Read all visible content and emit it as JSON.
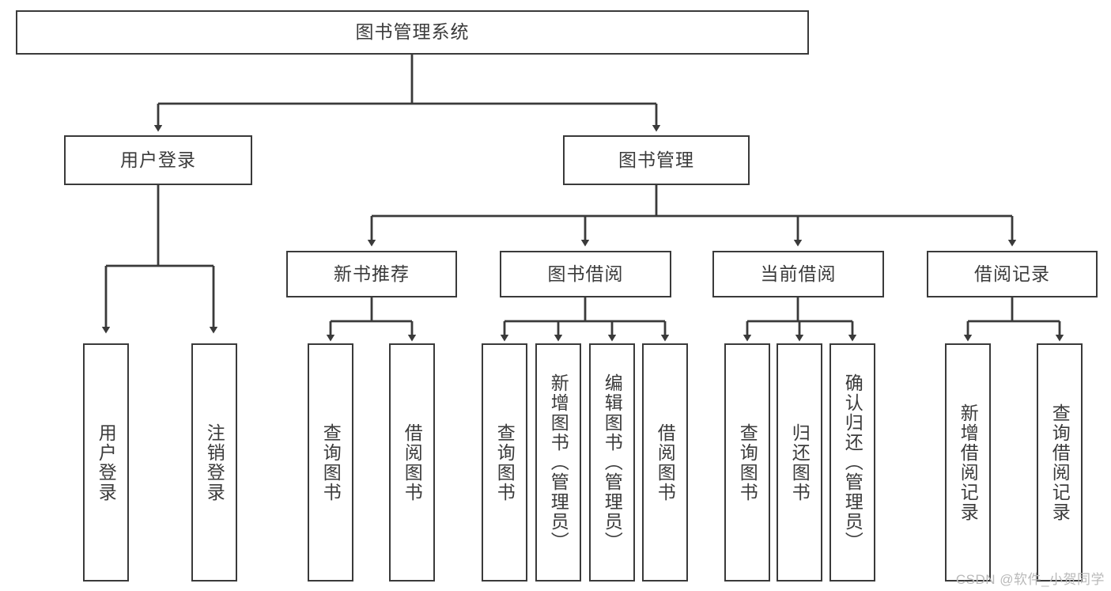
{
  "diagram": {
    "title": "图书管理系统",
    "type": "hierarchy-tree",
    "watermark": "CSDN @软件_小贺同学",
    "colors": {
      "box_border": "#3a3a3a",
      "box_fill": "#ffffff",
      "text": "#3b3b3b",
      "edge": "#3a3a3a",
      "watermark": "#b9b9b9",
      "background": "#ffffff"
    },
    "nodes": {
      "root": {
        "label": "图书管理系统"
      },
      "level1": [
        {
          "id": "user-login",
          "label": "用户登录"
        },
        {
          "id": "book-management",
          "label": "图书管理"
        }
      ],
      "level2": [
        {
          "id": "new-book-recommend",
          "label": "新书推荐"
        },
        {
          "id": "book-borrow",
          "label": "图书借阅"
        },
        {
          "id": "current-borrow",
          "label": "当前借阅"
        },
        {
          "id": "borrow-record",
          "label": "借阅记录"
        }
      ],
      "leaves": {
        "user-login": [
          {
            "id": "leaf-user-login",
            "label": "用户登录"
          },
          {
            "id": "leaf-logout-login",
            "label": "注销登录"
          }
        ],
        "new-book-recommend": [
          {
            "id": "leaf-query-book-1",
            "label": "查询图书"
          },
          {
            "id": "leaf-borrow-book-1",
            "label": "借阅图书"
          }
        ],
        "book-borrow": [
          {
            "id": "leaf-query-book-2",
            "label": "查询图书"
          },
          {
            "id": "leaf-add-book",
            "label": "新增图书（管理员）"
          },
          {
            "id": "leaf-edit-book",
            "label": "编辑图书（管理员）"
          },
          {
            "id": "leaf-borrow-book-2",
            "label": "借阅图书"
          }
        ],
        "current-borrow": [
          {
            "id": "leaf-query-book-3",
            "label": "查询图书"
          },
          {
            "id": "leaf-return-book",
            "label": "归还图书"
          },
          {
            "id": "leaf-confirm-return",
            "label": "确认归还（管理员）"
          }
        ],
        "borrow-record": [
          {
            "id": "leaf-add-record",
            "label": "新增借阅记录"
          },
          {
            "id": "leaf-query-record",
            "label": "查询借阅记录"
          }
        ]
      }
    }
  }
}
